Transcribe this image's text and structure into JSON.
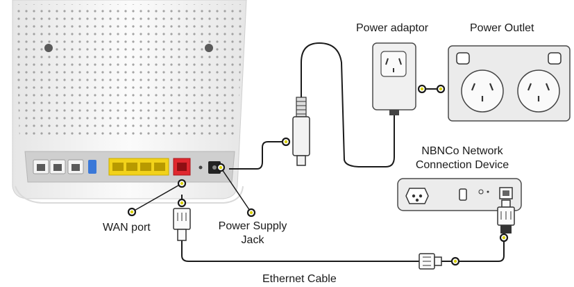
{
  "labels": {
    "power_adaptor": "Power adaptor",
    "power_outlet": "Power Outlet",
    "nbn_line1": "NBNCo Network",
    "nbn_line2": "Connection Device",
    "wan_port": "WAN port",
    "psj_line1": "Power Supply",
    "psj_line2": "Jack",
    "ethernet_cable": "Ethernet Cable"
  },
  "colors": {
    "router_body": "#f2f2f2",
    "panel_dark": "#c8c8c8",
    "lan_ports": "#f2d21a",
    "wan_port": "#e0282f",
    "usb_port": "#3a78d8",
    "device_body": "#ececec",
    "outlet_body": "#ebebeb",
    "marker": "#d9d100",
    "cable": "#1a1a1a"
  },
  "icons": [
    "rj45-plug-icon",
    "dc-plug-icon",
    "power-socket-icon",
    "usb-port-icon"
  ]
}
